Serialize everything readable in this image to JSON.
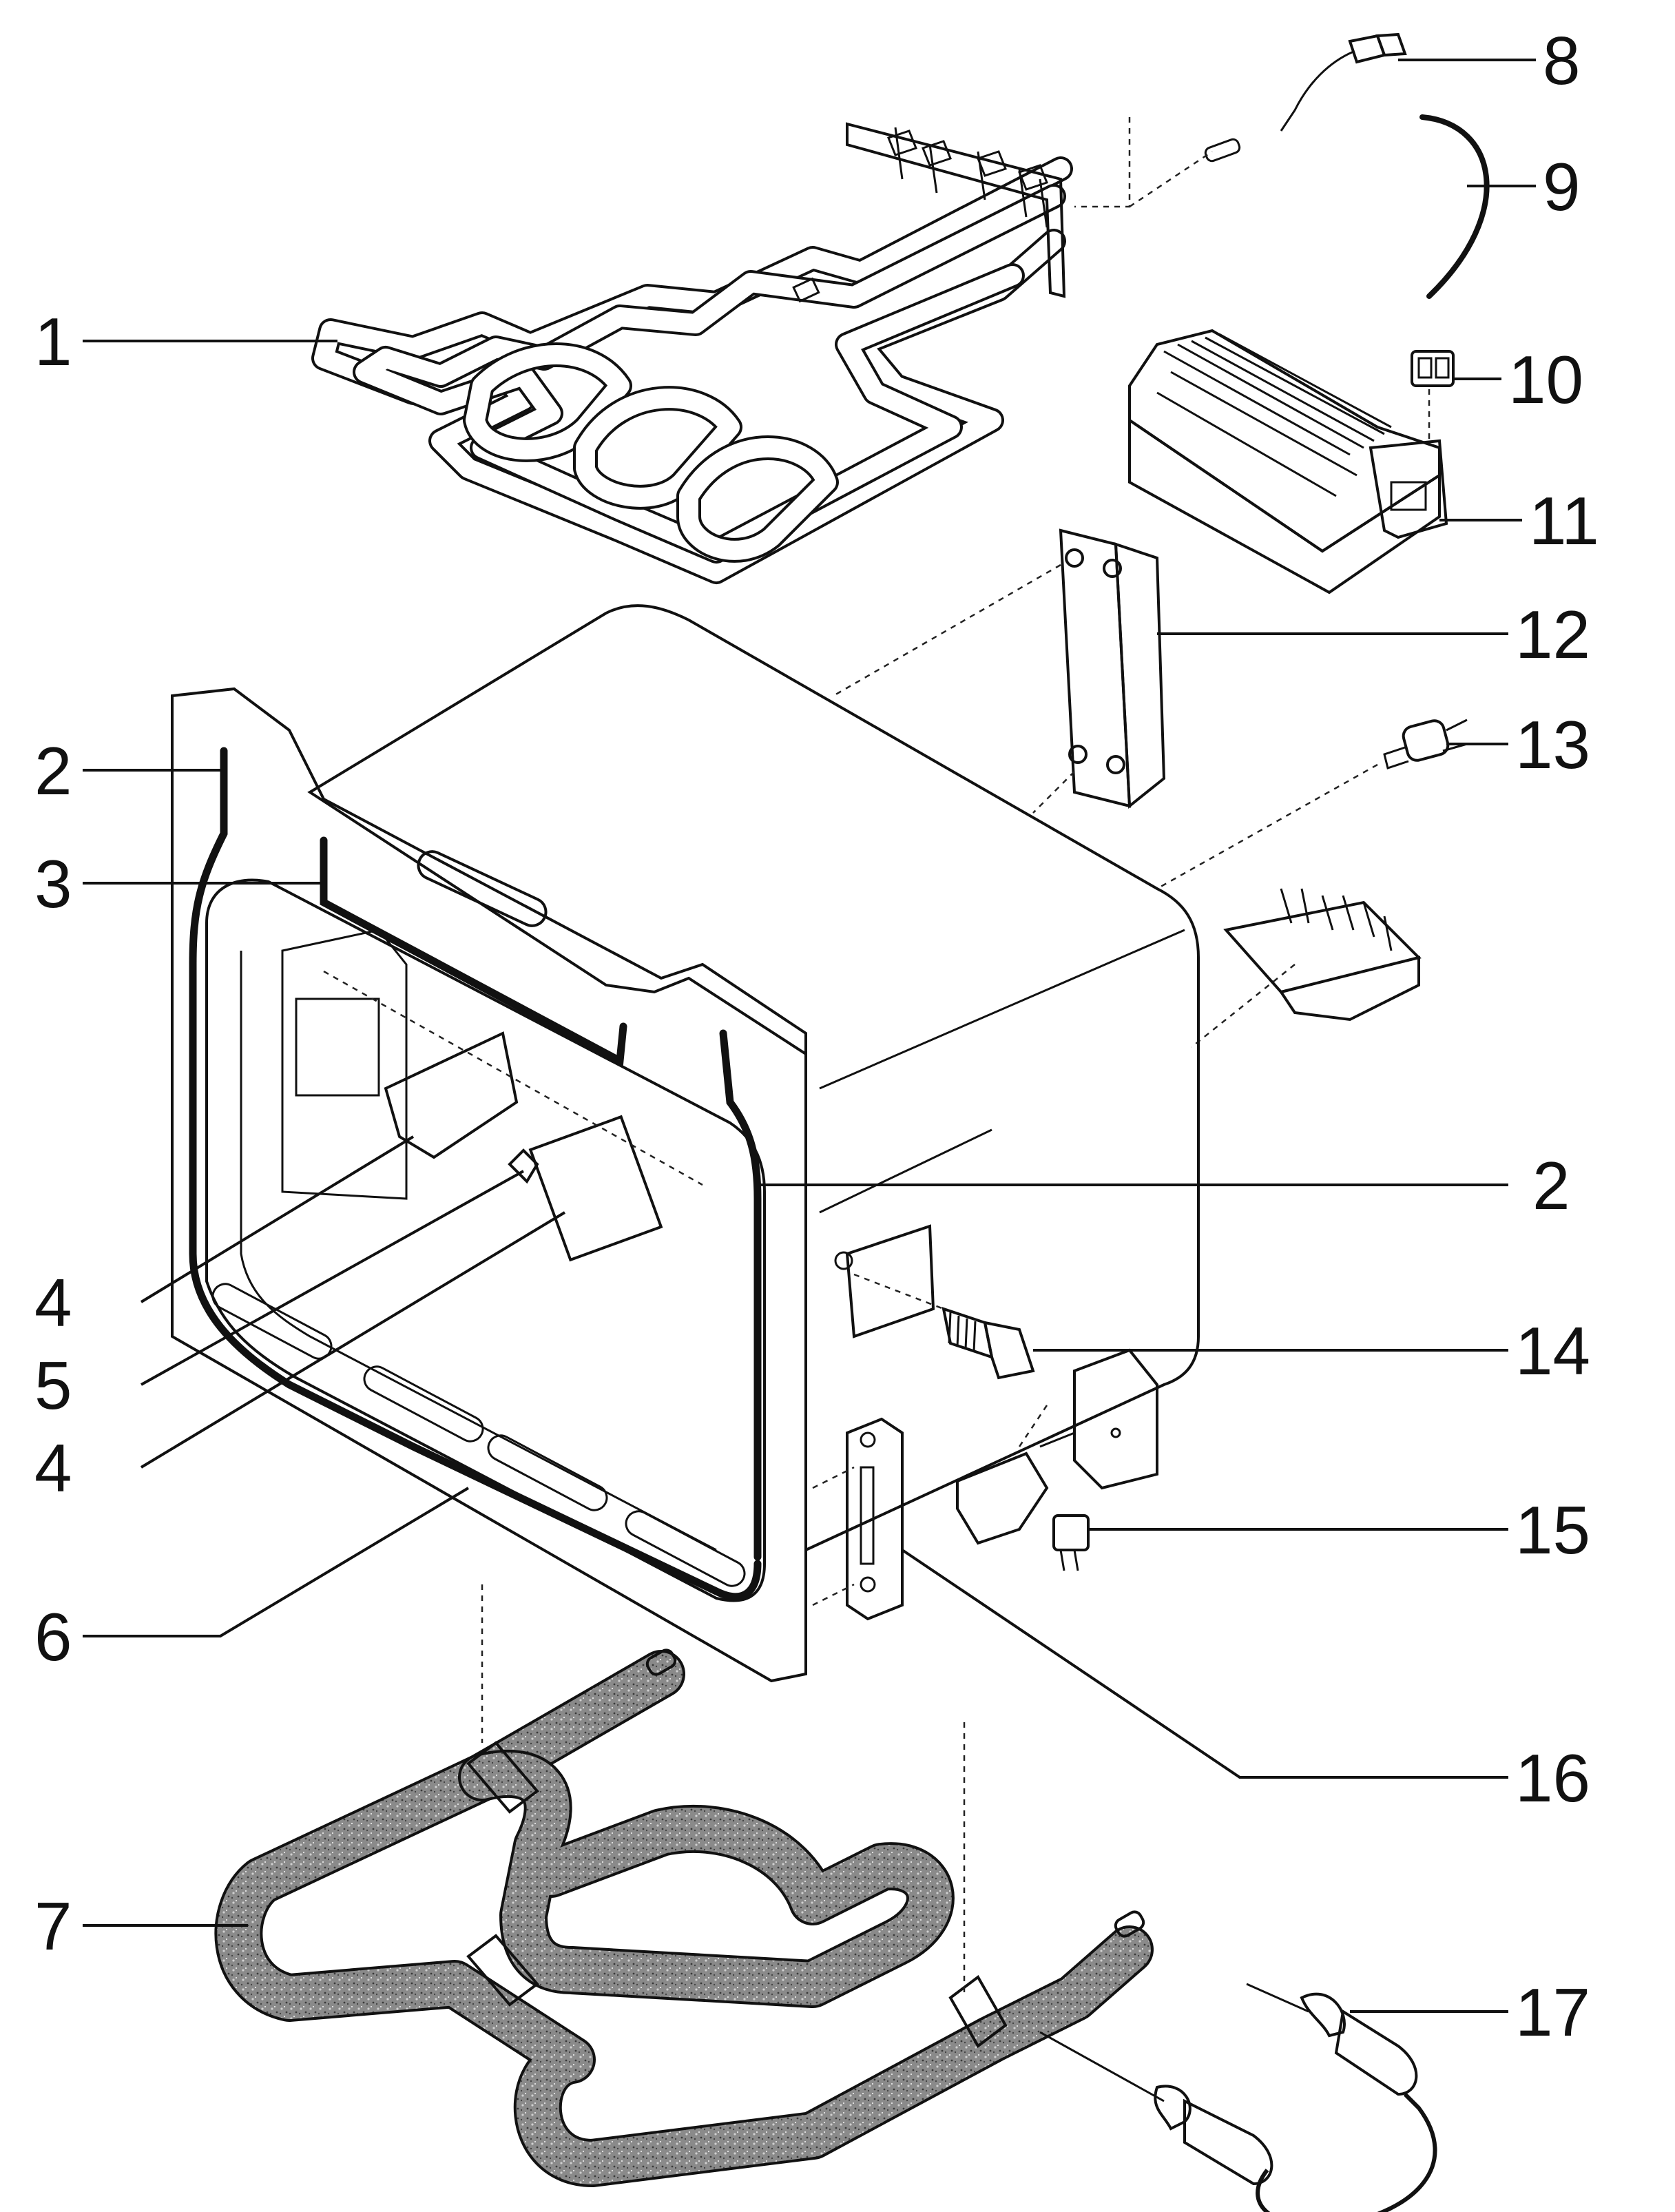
{
  "callouts": [
    {
      "id": "c1",
      "label": "1"
    },
    {
      "id": "c2a",
      "label": "2"
    },
    {
      "id": "c2b",
      "label": "2"
    },
    {
      "id": "c3",
      "label": "3"
    },
    {
      "id": "c4a",
      "label": "4"
    },
    {
      "id": "c4b",
      "label": "4"
    },
    {
      "id": "c5",
      "label": "5"
    },
    {
      "id": "c6",
      "label": "6"
    },
    {
      "id": "c7",
      "label": "7"
    },
    {
      "id": "c8",
      "label": "8"
    },
    {
      "id": "c9",
      "label": "9"
    },
    {
      "id": "c10",
      "label": "10"
    },
    {
      "id": "c11",
      "label": "11"
    },
    {
      "id": "c12",
      "label": "12"
    },
    {
      "id": "c13",
      "label": "13"
    },
    {
      "id": "c14",
      "label": "14"
    },
    {
      "id": "c15",
      "label": "15"
    },
    {
      "id": "c16",
      "label": "16"
    },
    {
      "id": "c17",
      "label": "17"
    }
  ]
}
